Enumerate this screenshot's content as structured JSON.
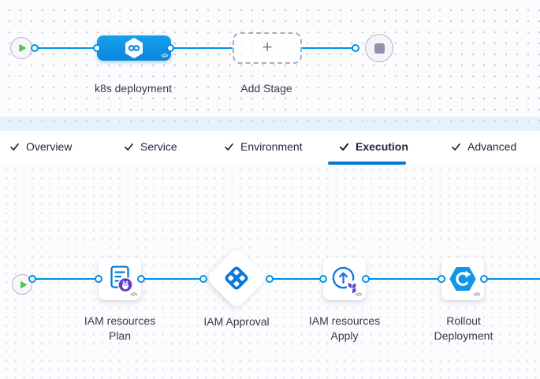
{
  "stage_editor": {
    "stage_label": "k8s deployment",
    "add_stage_label": "Add Stage",
    "plus_glyph": "+",
    "code_badge": "</>"
  },
  "tabs": {
    "items": [
      {
        "label": "Overview",
        "checked": true
      },
      {
        "label": "Service",
        "checked": true
      },
      {
        "label": "Environment",
        "checked": true
      },
      {
        "label": "Execution",
        "checked": true
      },
      {
        "label": "Advanced",
        "checked": true
      }
    ],
    "active": "Execution"
  },
  "execution": {
    "code_badge": "</>",
    "steps": [
      {
        "type": "terraform-plan",
        "label_lines": [
          "IAM resources",
          "Plan"
        ]
      },
      {
        "type": "approval",
        "label_lines": [
          "IAM Approval"
        ]
      },
      {
        "type": "terraform-apply",
        "label_lines": [
          "IAM resources",
          "Apply"
        ]
      },
      {
        "type": "rollout-deployment",
        "label_lines": [
          "Rollout",
          "Deployment"
        ]
      }
    ]
  },
  "icons": {
    "play": "green-play-triangle",
    "stop": "gray-stop-square",
    "check": "black-checkmark",
    "plus": "gray-plus",
    "cd_stage": "white-hexagon-infinity",
    "terraform_plan": "document-with-purple-badge",
    "approval": "blue-diamond-grid",
    "terraform_apply": "circle-up-arrow-with-terraform",
    "rollout": "blue-hexagon-rolling-arrow",
    "code": "</>"
  },
  "colors": {
    "connector_blue": "#0092e4",
    "stage_node_blue": "#0d94e4",
    "active_underline_blue": "#0278d5",
    "icon_blue": "#0b7bd6",
    "terraform_purple": "#6d3bcb",
    "play_green": "#4dc952",
    "end_square_gray": "#9293ab",
    "label_gray": "#383946"
  }
}
